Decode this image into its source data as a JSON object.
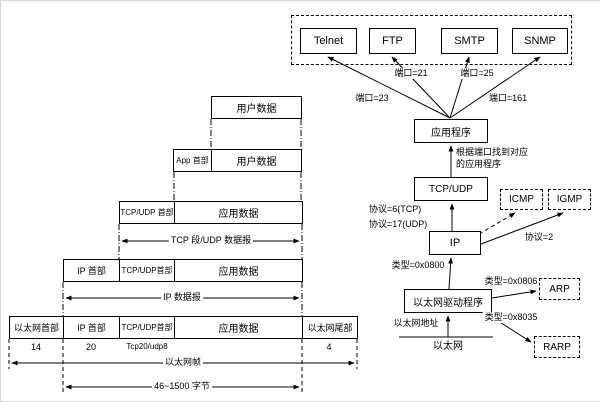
{
  "left": {
    "row1": {
      "user_data": "用户数据"
    },
    "row2": {
      "app_header": "App 首部",
      "user_data": "用户数据"
    },
    "row3": {
      "tcp_header": "TCP/UDP 首部",
      "app_data": "应用数据"
    },
    "seg_label": "TCP 段/UDP 数据报",
    "row4": {
      "ip_header": "IP 首部",
      "tcp_header": "TCP/UDP首部",
      "app_data": "应用数据"
    },
    "dgram_label": "IP 数据报",
    "row5": {
      "eth_header": "以太网首部",
      "ip_header": "IP 首部",
      "tcp_header": "TCP/UDP首部",
      "app_data": "应用数据",
      "eth_trailer": "以太网尾部"
    },
    "sizes": {
      "eth": "14",
      "ip": "20",
      "tcp": "Tcp20/udp8",
      "trailer": "4"
    },
    "frame_label": "以太网帧",
    "payload_label": "46~1500 字节"
  },
  "right": {
    "apps": {
      "telnet": "Telnet",
      "ftp": "FTP",
      "smtp": "SMTP",
      "snmp": "SNMP"
    },
    "ports": {
      "telnet": "端口=23",
      "ftp": "端口=21",
      "smtp": "端口=25",
      "snmp": "端口=161"
    },
    "application": "应用程序",
    "note": "根据端口找到对应的应用程序",
    "tcpudp": "TCP/UDP",
    "proto_tcp": "协议=6(TCP)",
    "proto_udp": "协议=17(UDP)",
    "proto_igmp": "协议=2",
    "icmp": "ICMP",
    "igmp": "IGMP",
    "ip": "IP",
    "type_ip": "类型=0x0800",
    "type_arp": "类型=0x0806",
    "type_rarp": "类型=0x8035",
    "driver": "以太网驱动程序",
    "arp": "ARP",
    "rarp": "RARP",
    "eth_addr": "以太网地址",
    "ethernet": "以太网"
  }
}
